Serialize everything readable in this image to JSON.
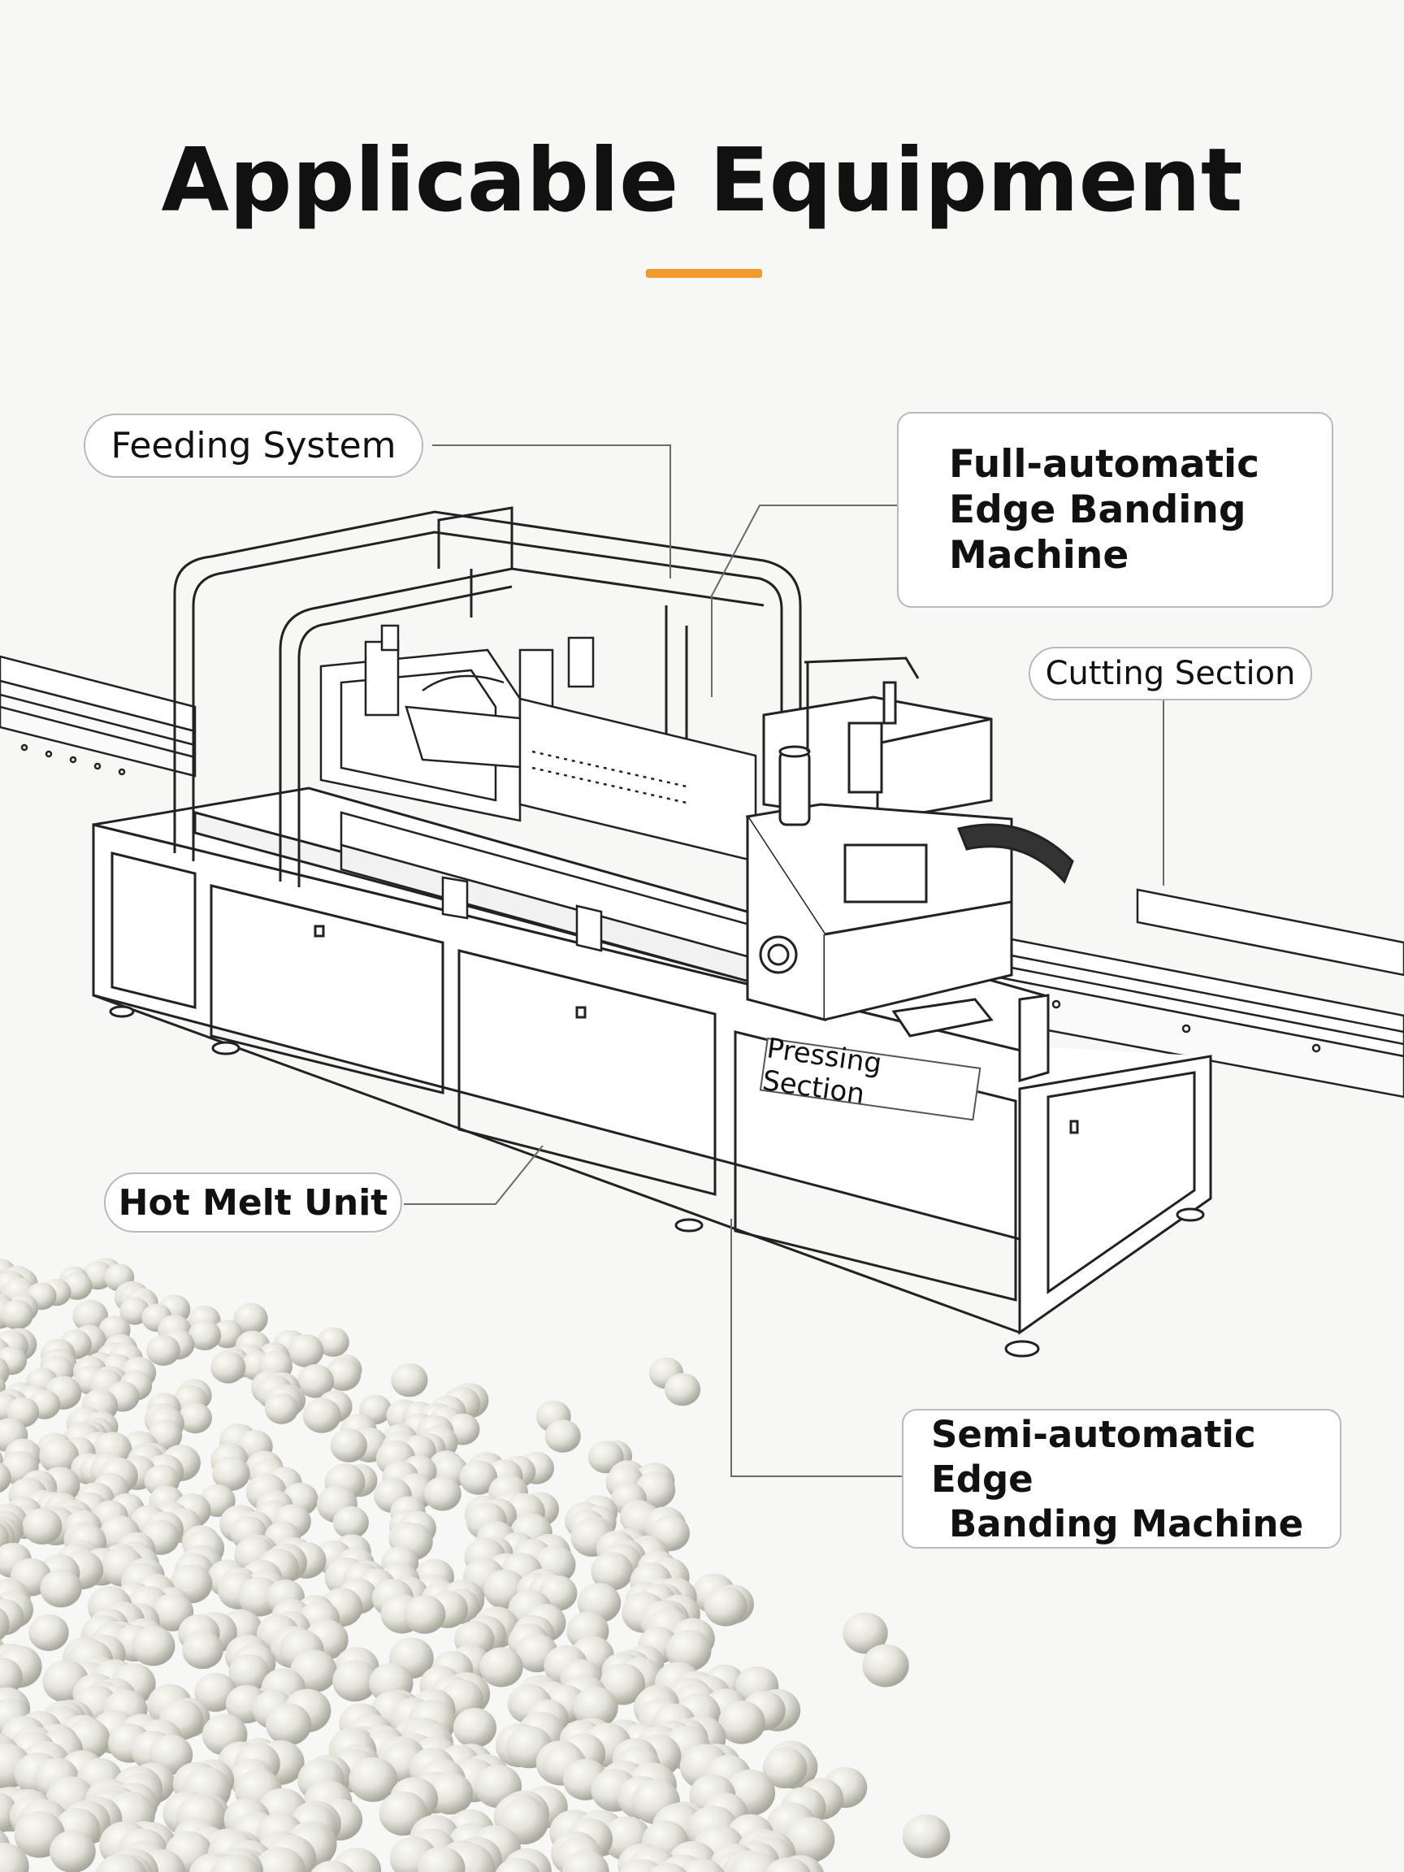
{
  "title": "Applicable Equipment",
  "accent_color": "#f29a2e",
  "labels": {
    "feeding_system": "Feeding System",
    "full_automatic": [
      "Full-automatic",
      "Edge Banding",
      "Machine"
    ],
    "cutting_section": "Cutting Section",
    "pressing_section": "Pressing Section",
    "hot_melt_unit": "Hot Melt Unit",
    "semi_automatic": [
      "Semi-automatic Edge",
      "Banding Machine"
    ]
  }
}
